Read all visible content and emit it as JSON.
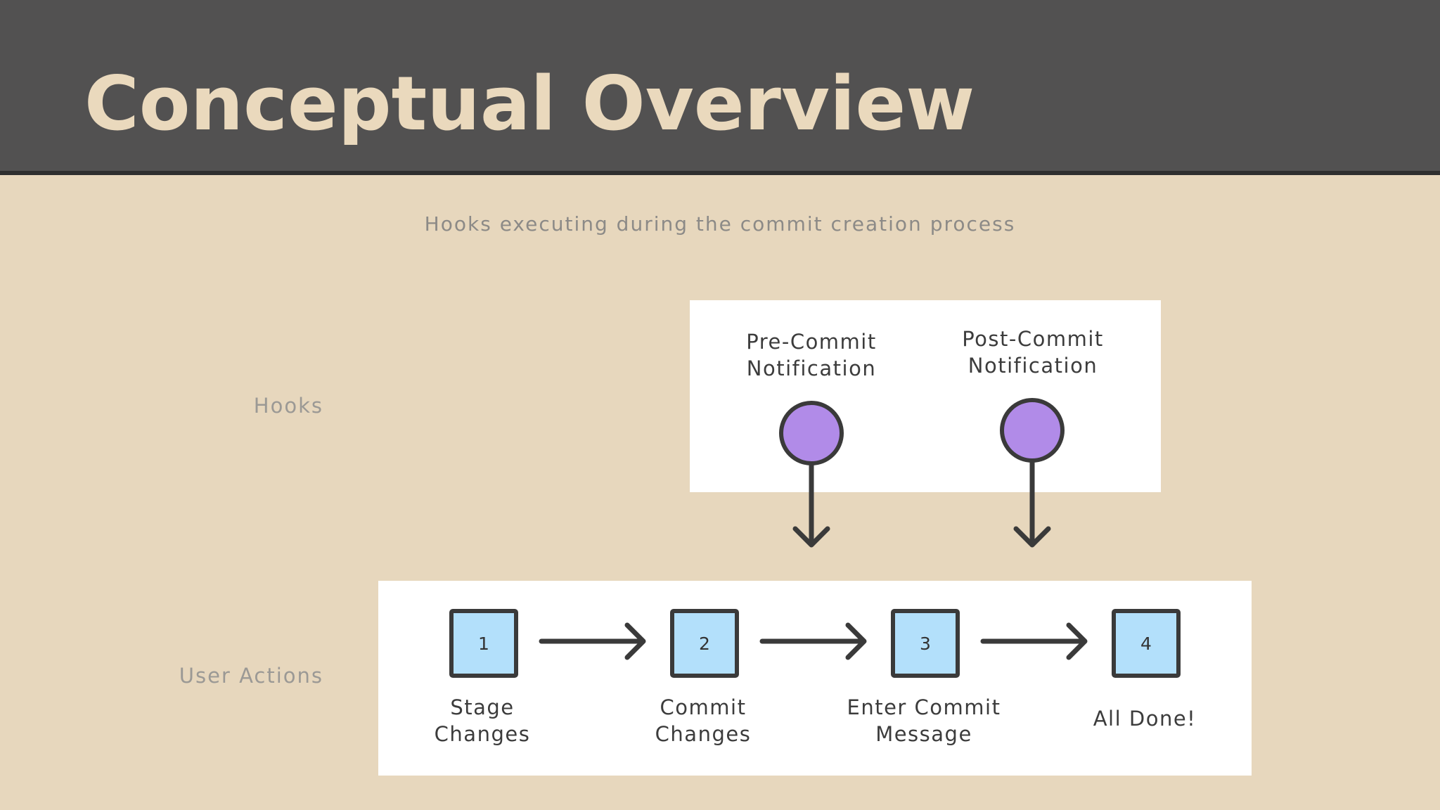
{
  "slide": {
    "title": "Conceptual Overview",
    "subtitle": "Hooks executing during the commit creation process"
  },
  "row_labels": {
    "hooks": "Hooks",
    "user_actions": "User Actions"
  },
  "hooks": [
    {
      "label": "Pre-Commit\nNotification",
      "color": "#b18be8"
    },
    {
      "label": "Post-Commit\nNotification",
      "color": "#b18be8"
    }
  ],
  "steps": [
    {
      "number": "1",
      "label": "Stage\nChanges"
    },
    {
      "number": "2",
      "label": "Commit\nChanges"
    },
    {
      "number": "3",
      "label": "Enter Commit\nMessage"
    },
    {
      "number": "4",
      "label": "All Done!"
    }
  ],
  "colors": {
    "header_bg": "#525151",
    "slide_bg": "#e7d7bd",
    "title_text": "#ead9bd",
    "step_fill": "#b3e0fb",
    "hook_fill": "#b18be8"
  }
}
